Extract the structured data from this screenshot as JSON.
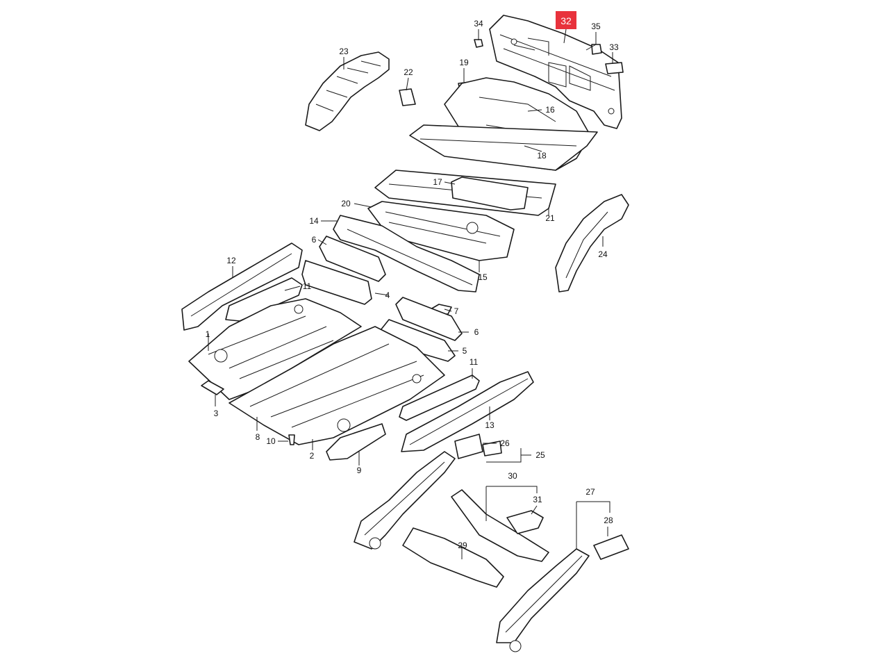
{
  "diagram": {
    "highlight_color": "#e8323c",
    "highlighted": "32",
    "callouts": {
      "c1": "1",
      "c2": "2",
      "c3": "3",
      "c4": "4",
      "c5": "5",
      "c6a": "6",
      "c6b": "6",
      "c7": "7",
      "c8": "8",
      "c9": "9",
      "c10": "10",
      "c11a": "11",
      "c11b": "11",
      "c12": "12",
      "c13": "13",
      "c14": "14",
      "c15": "15",
      "c16": "16",
      "c17": "17",
      "c18": "18",
      "c19": "19",
      "c20": "20",
      "c21": "21",
      "c22": "22",
      "c23": "23",
      "c24": "24",
      "c25": "25",
      "c26": "26",
      "c27": "27",
      "c28": "28",
      "c29": "29",
      "c30": "30",
      "c31": "31",
      "c32": "32",
      "c33": "33",
      "c34": "34",
      "c35": "35"
    }
  }
}
